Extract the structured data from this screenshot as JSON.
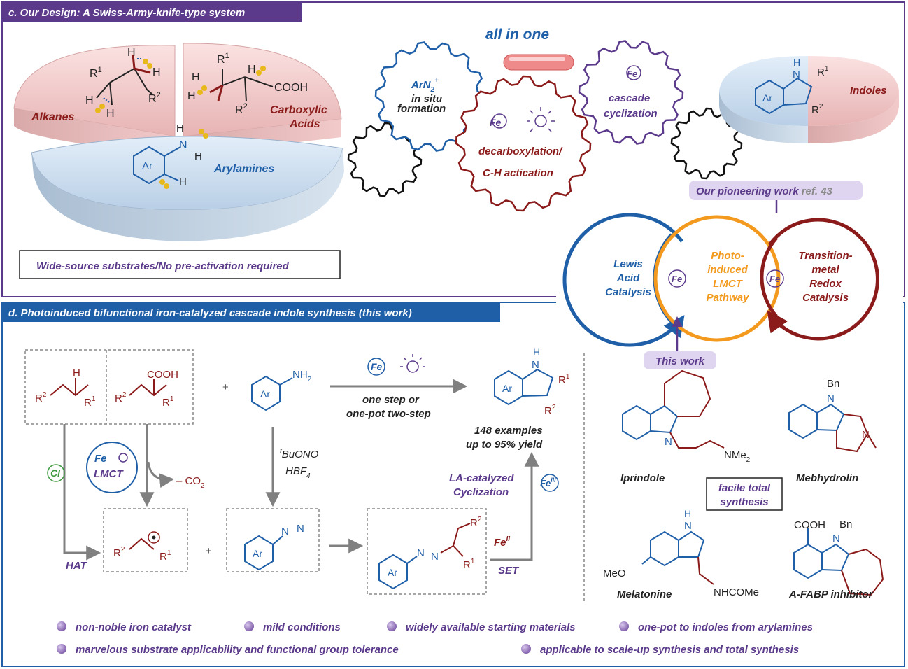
{
  "panel_c": {
    "title": "c. Our Design: A Swiss-Army-knife-type system",
    "pie": {
      "alkanes": "Alkanes",
      "carboxylic_1": "Carboxylic",
      "carboxylic_2": "Acids",
      "arylamines": "Arylamines",
      "cooh": "COOH",
      "h": "H",
      "ar": "Ar",
      "n": "N",
      "r": "R",
      "sup1": "1",
      "sup2": "2"
    },
    "all_in_one": "all in one",
    "gear_blue": {
      "line1": "ArN",
      "sub": "2",
      "sup": "+",
      "line2": "in situ",
      "line3": "formation"
    },
    "gear_red": {
      "fe": "Fe",
      "line1": "decarboxylation/",
      "line2": "C-H actication"
    },
    "gear_purple": {
      "fe": "Fe",
      "line1": "cascade",
      "line2": "cyclization"
    },
    "indoles_disk": {
      "label": "Indoles",
      "nh": "H",
      "n": "N",
      "ar": "Ar",
      "r1": "R",
      "r2": "R",
      "sup1": "1",
      "sup2": "2"
    },
    "note": "Wide-source substrates/No pre-activation required",
    "pioneering": "Our pioneering work",
    "ref": "ref. 43",
    "cycles": {
      "lewis_1": "Lewis",
      "lewis_2": "Acid",
      "lewis_3": "Catalysis",
      "photo_1": "Photo-",
      "photo_2": "induced",
      "photo_3": "LMCT",
      "photo_4": "Pathway",
      "tm_1": "Transition-",
      "tm_2": "metal",
      "tm_3": "Redox",
      "tm_4": "Catalysis",
      "fe": "Fe"
    },
    "this_work": "This work"
  },
  "panel_d": {
    "title": "d.  Photoinduced bifunctional iron-catalyzed cascade indole synthesis (this work)",
    "labels": {
      "h": "H",
      "r": "R",
      "cooh": "COOH",
      "plus": "+",
      "ar": "Ar",
      "nh2": "NH",
      "nh2_sub": "2",
      "fe": "Fe",
      "one_step": "one step or",
      "one_pot": "one-pot two-step",
      "examples": "148 examples",
      "yield": "up to 95% yield",
      "cl": "Cl",
      "lmct": "LMCT",
      "co2": "– CO",
      "co2_sub": "2",
      "buono_sup": "t",
      "buono": "BuONO",
      "hbf": "HBF",
      "hbf_sub": "4",
      "la_1": "LA-catalyzed",
      "la_2": "Cyclization",
      "fe3": "III",
      "fe2": "II",
      "hat": "HAT",
      "set": "SET",
      "n": "N",
      "sup1": "1",
      "sup2": "2"
    },
    "drugs": {
      "iprindole": "Iprindole",
      "mebhydrolin": "Mebhydrolin",
      "melatonine": "Melatonine",
      "afabp": "A-FABP inhibitor",
      "facile_1": "facile total",
      "facile_2": "synthesis",
      "nme2": "NMe",
      "nme2_sub": "2",
      "bn": "Bn",
      "meo": "MeO",
      "nhcome": "NHCOMe",
      "cooh": "COOH",
      "h": "H",
      "n": "N"
    },
    "bullets": [
      "non-noble iron catalyst",
      "mild conditions",
      "widely available starting materials",
      "one-pot to indoles from arylamines",
      "marvelous substrate applicability and functional group tolerance",
      "applicable to scale-up synthesis and total synthesis"
    ]
  },
  "colors": {
    "purple": "#5b3a8c",
    "blue": "#1f5fa8",
    "darkred": "#8b1a1a",
    "orange": "#f39a1e",
    "green": "#3f9a3f",
    "bullet": "#9b7fc0"
  }
}
